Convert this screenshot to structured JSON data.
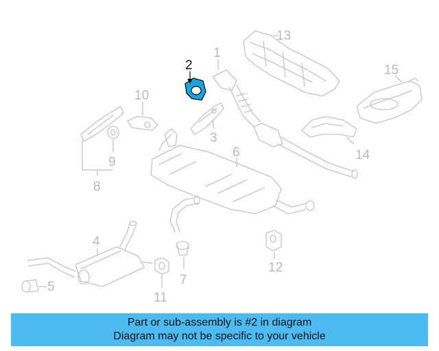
{
  "callouts": {
    "c1": "1",
    "c2": "2",
    "c3": "3",
    "c4": "4",
    "c5": "5",
    "c6": "6",
    "c7": "7",
    "c8": "8",
    "c9": "9",
    "c10": "10",
    "c11": "11",
    "c12": "12",
    "c13": "13",
    "c14": "14",
    "c15": "15"
  },
  "highlight": {
    "callout": "2",
    "fill_color": "#1aa3dc"
  },
  "banner": {
    "line1": "Part or sub-assembly is #2 in diagram",
    "line2": "Diagram may not be specific to your vehicle",
    "background": "#4dbbf2"
  }
}
